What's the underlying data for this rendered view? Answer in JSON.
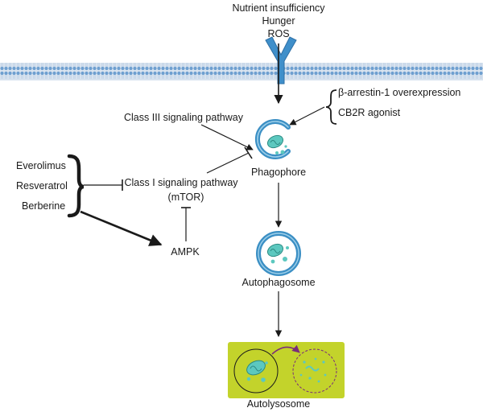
{
  "stimuli": {
    "line1": "Nutrient insufficiency",
    "line2": "Hunger",
    "line3": "ROS"
  },
  "upstream_right": {
    "item1": "β-arrestin-1 overexpression",
    "item2": "CB2R agonist"
  },
  "pathways": {
    "class3": "Class III signaling pathway",
    "class1_line1": "Class I signaling pathway",
    "class1_line2": "(mTOR)",
    "ampk": "AMPK"
  },
  "drugs": {
    "d1": "Everolimus",
    "d2": "Resveratrol",
    "d3": "Berberine"
  },
  "stages": {
    "phagophore": "Phagophore",
    "autophagosome": "Autophagosome",
    "autolysosome": "Autolysosome"
  },
  "colors": {
    "membrane_blue": "#5a8fc4",
    "organelle_blue": "#3b8fc4",
    "mitochondria_teal": "#5cc8bf",
    "lysosome_panel": "#c3d32b",
    "fusion_arrow": "#7a2c7a",
    "line_dark": "#1a1a1a"
  },
  "icons": {
    "receptor": "y-receptor-icon",
    "phagophore": "phagophore-icon",
    "autophagosome": "autophagosome-icon",
    "autolysosome": "autolysosome-icon"
  }
}
